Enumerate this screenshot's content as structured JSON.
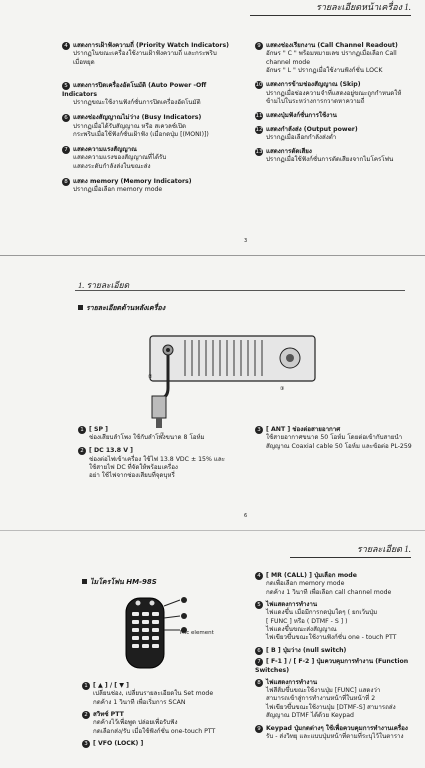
{
  "page1": {
    "header": "รายละเอียดหน้าเครื่อง 1.",
    "page_number": "3",
    "left_items": [
      {
        "n": "4",
        "title": "แสดงการเฝ้าฟังความถี่ (Priority Watch Indicators)",
        "lines": [
          "ปรากฏในขณะเครื่องใช้งานเฝ้าฟังความถี่ และกระพริบ",
          "เมื่อหยุด"
        ]
      },
      {
        "n": "5",
        "title": "แสดงการปิดเครื่องอัตโนมัติ (Auto Power -Off Indicators",
        "lines": [
          "ปรากฏขณะใช้งานฟังก์ชั่นการปิดเครื่องอัตโนมัติ"
        ]
      },
      {
        "n": "6",
        "title": "แสดงช่องสัญญาณไม่ว่าง (Busy Indicators)",
        "lines": [
          "ปรากฏเมื่อได้รับสัญญาณ หรือ สเควลช์เปิด",
          "กระพริบเมื่อใช้ฟังก์ชั่นเฝ้าฟัง (เมื่อกดปุ่ม [(MONI)])"
        ]
      },
      {
        "n": "7",
        "title": "แสดงความแรงสัญญาณ",
        "lines": [
          "แสดงความแรงของสัญญาณที่ได้รับ",
          "แสดงระดับกำลังส่งในขณะส่ง"
        ]
      },
      {
        "n": "8",
        "title": "แสดง memory (Memory Indicators)",
        "lines": [
          "ปรากฏเมื่อเลือก memory mode"
        ]
      }
    ],
    "right_items": [
      {
        "n": "9",
        "title": "แสดงช่องเรียกงาน (Call Channel Readout)",
        "lines": [
          "อักษร \" C \" พร้อมหมายเลข ปรากฏเมื่อเลือก Call",
          "channel mode",
          "อักษร \" L \" ปรากฏเมื่อใช้งานฟังก์ชั่น LOCK"
        ]
      },
      {
        "n": "10",
        "title": "แสดงการข้ามช่องสัญญาณ (Skip)",
        "lines": [
          "ปรากฏเมื่อช่องความจำที่แสดงอยู่ขณะถูกกำหนดให้",
          "ข้ามไปในระหว่างการกวาดหาความถี่"
        ]
      },
      {
        "n": "11",
        "title": "แสดงปุ่มฟังก์ชั่นการใช้งาน",
        "lines": []
      },
      {
        "n": "12",
        "title": "แสดงกำลังส่ง (Output power)",
        "lines": [
          "ปรากฏเมื่อเลือกกำลังส่งต่ำ"
        ]
      },
      {
        "n": "13",
        "title": "แสดงการตัดเสียง",
        "lines": [
          "ปรากฏเมื่อใช้ฟังก์ชั่นการตัดเสียงจากไมโครโฟน"
        ]
      }
    ]
  },
  "page2": {
    "section": "1. รายละเอียด",
    "subhead": "รายละเอียดด้านหลังเครื่อง",
    "page_number": "6",
    "items": [
      {
        "n": "1",
        "title": "[ SP ]",
        "lines": [
          "ช่องเสียบลำโพง ใช้กับลำโพงขนาด 8 โอห์ม"
        ]
      },
      {
        "n": "2",
        "title": "[ DC 13.8 V ]",
        "lines": [
          "ช่องต่อไฟเข้าเครื่อง ใช้ไฟ 13.8 VDC ± 15% และ",
          "ใช้สายไฟ DC ที่จัดให้พร้อมเครื่อง",
          "อย่า ใช้ไฟจากซ่องเสียบที่จุดบุหรี่"
        ]
      },
      {
        "n": "3",
        "title": "[ ANT ] ช่องต่อสายอากาศ",
        "lines": [
          "ใช้สายอากาศขนาด 50 โอห์ม โดยต่อเข้ากับสายนำ",
          "สัญญาณ Coaxial cable 50 โอห์ม และข้อต่อ PL-259"
        ]
      }
    ]
  },
  "page3": {
    "header": "รายละเอียด 1.",
    "mic_title": "ไมโครโฟน HM-98S",
    "mic_element_label": "Mic element",
    "left_items": [
      {
        "n": "1",
        "title": "[ ▲ ] / [ ▼ ]",
        "lines": [
          "เปลี่ยนช่อง, เปลี่ยนรายละเอียดใน Set mode",
          "กดค้าง 1 วินาที เพื่อเริ่มการ SCAN"
        ]
      },
      {
        "n": "2",
        "title": "สวิทซ์ PTT",
        "lines": [
          "กดค้างไว้เพื่อพูด ปล่อยเพื่อรับฟัง",
          "กดเลือกส่ง/รับ เมื่อใช้ฟังก์ชั่น one-touch PTT"
        ]
      },
      {
        "n": "3",
        "title": "[ VFO (LOCK) ]",
        "lines": []
      }
    ],
    "right_items": [
      {
        "n": "4",
        "title": "[ MR (CALL) ] ปุ่มเลือก mode",
        "lines": [
          "กดเพื่อเลือก memory mode",
          "กดค้าง 1 วินาที เพื่อเลือก call channel mode"
        ]
      },
      {
        "n": "5",
        "title": "ไฟแสดงการทำงาน",
        "lines": [
          "ไฟแดงขึ้น เมื่อมีการกดปุ่มใดๆ ( ยกเว้นปุ่ม",
          "[ FUNC ] หรือ ( DTMF - S ] )",
          "ไฟแดงขึ้นขณะส่งสัญญาณ",
          "ไฟเขียวขึ้นขณะใช้งานฟังก์ชั่น one - touch PTT"
        ]
      },
      {
        "n": "6",
        "title": "[ B ] ปุ่มว่าง (null switch)",
        "lines": []
      },
      {
        "n": "7",
        "title": "[ F-1 ] / [ F-2 ] ปุ่มควบคุมการทำงาน (Function Switches)",
        "lines": []
      },
      {
        "n": "8",
        "title": "ไฟแสดงการทำงาน",
        "lines": [
          "ไฟสีส้มขึ้นขณะใช้งานปุ่ม [FUNC] แสดงว่า",
          "สามารถเข้าสู่การทำงานหน้าที่ในหน้าที่ 2",
          "ไฟเขียวขึ้นขณะใช้งานปุ่ม [DTMF-S] สามารถส่ง",
          "สัญญาณ DTMF ได้ด้วย Keypad"
        ]
      },
      {
        "n": "9",
        "title": "Keypad ปุ่มกดต่างๆ ใช้เพื่อควบคุมการทำงานเครื่อง",
        "lines": [
          "รับ - ส่งวิทยุ และแบบปุ่มหน้าที่ตามที่ระบุไว้ในตาราง"
        ]
      }
    ]
  }
}
